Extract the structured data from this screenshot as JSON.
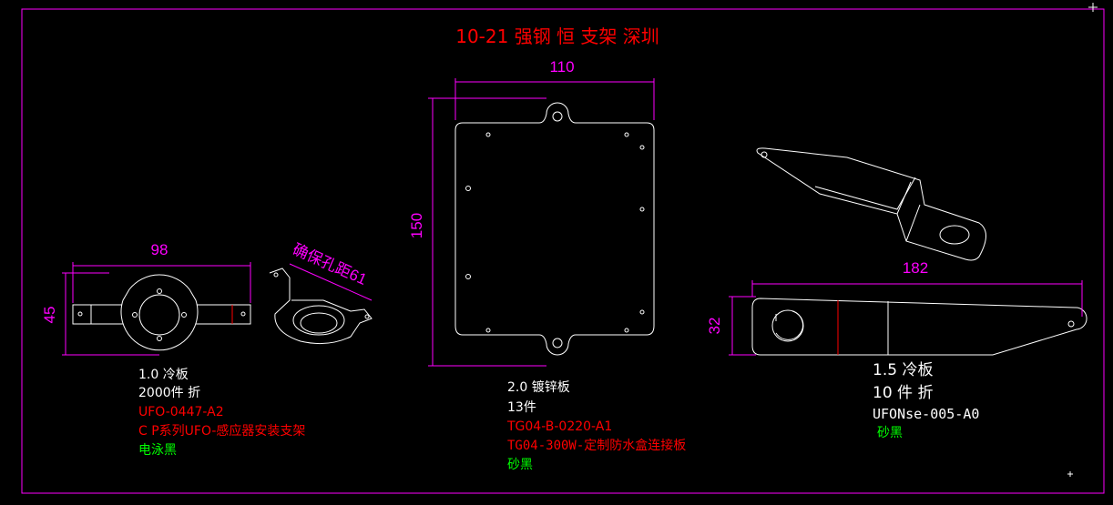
{
  "title": "10-21 强钢 恒 支架 深圳",
  "colors": {
    "background": "#000000",
    "outline": "#ffffff",
    "dimension": "#ff00ff",
    "part_no": "#ff0000",
    "finish": "#00ff00"
  },
  "parts": [
    {
      "dimensions": {
        "width": "98",
        "height": "45"
      },
      "note": "确保孔距61",
      "material": "1.0 冷板",
      "quantity": "2000件  折",
      "part_no": "UFO-0447-A2",
      "name": "C P系列UFO-感应器安装支架",
      "finish": "电泳黑"
    },
    {
      "dimensions": {
        "width": "110",
        "height": "150"
      },
      "material": "2.0 镀锌板",
      "quantity": "13件",
      "part_no": "TG04-B-0220-A1",
      "name": "TG04-300W-定制防水盒连接板",
      "finish": "砂黑"
    },
    {
      "dimensions": {
        "width": "182",
        "height": "32"
      },
      "material": "1.5 冷板",
      "quantity": "10 件 折",
      "part_no": "UFONse-005-A0",
      "finish": "砂黑"
    }
  ]
}
